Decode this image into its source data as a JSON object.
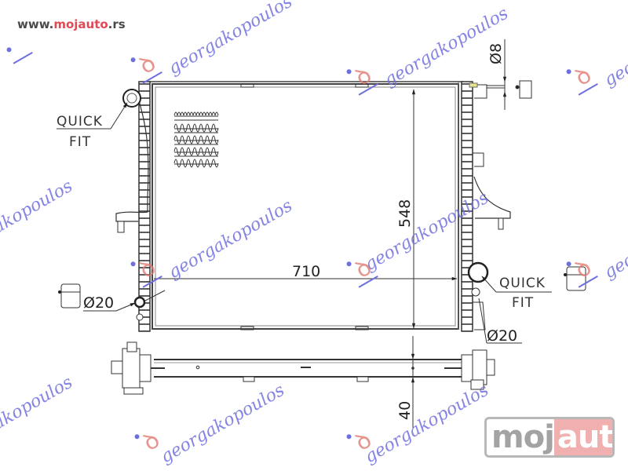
{
  "header": {
    "url_prefix": "www.",
    "url_brand": "mojauto",
    "url_suffix": ".rs"
  },
  "drawing": {
    "title": "Radiator technical drawing",
    "dimensions": {
      "width": "710",
      "height": "548",
      "thickness": "40",
      "inlet_diameter_left": "Ø20",
      "outlet_diameter_right": "Ø20",
      "vent_diameter": "Ø8"
    },
    "labels": {
      "quick_fit_left_line1": "QUICK",
      "quick_fit_left_line2": "FIT",
      "quick_fit_right_line1": "QUICK",
      "quick_fit_right_line2": "FIT"
    }
  },
  "watermark": {
    "text": "georgakopoulos",
    "colors": {
      "text": "#6f6fe0",
      "logo": "#e07a70"
    }
  },
  "footer_logo": {
    "part_a": "moj",
    "part_b": "auto",
    "colors": {
      "part_a": "#a3a3a3",
      "part_b_bg": "#f0b0b0",
      "border": "#b8b8b8"
    }
  }
}
